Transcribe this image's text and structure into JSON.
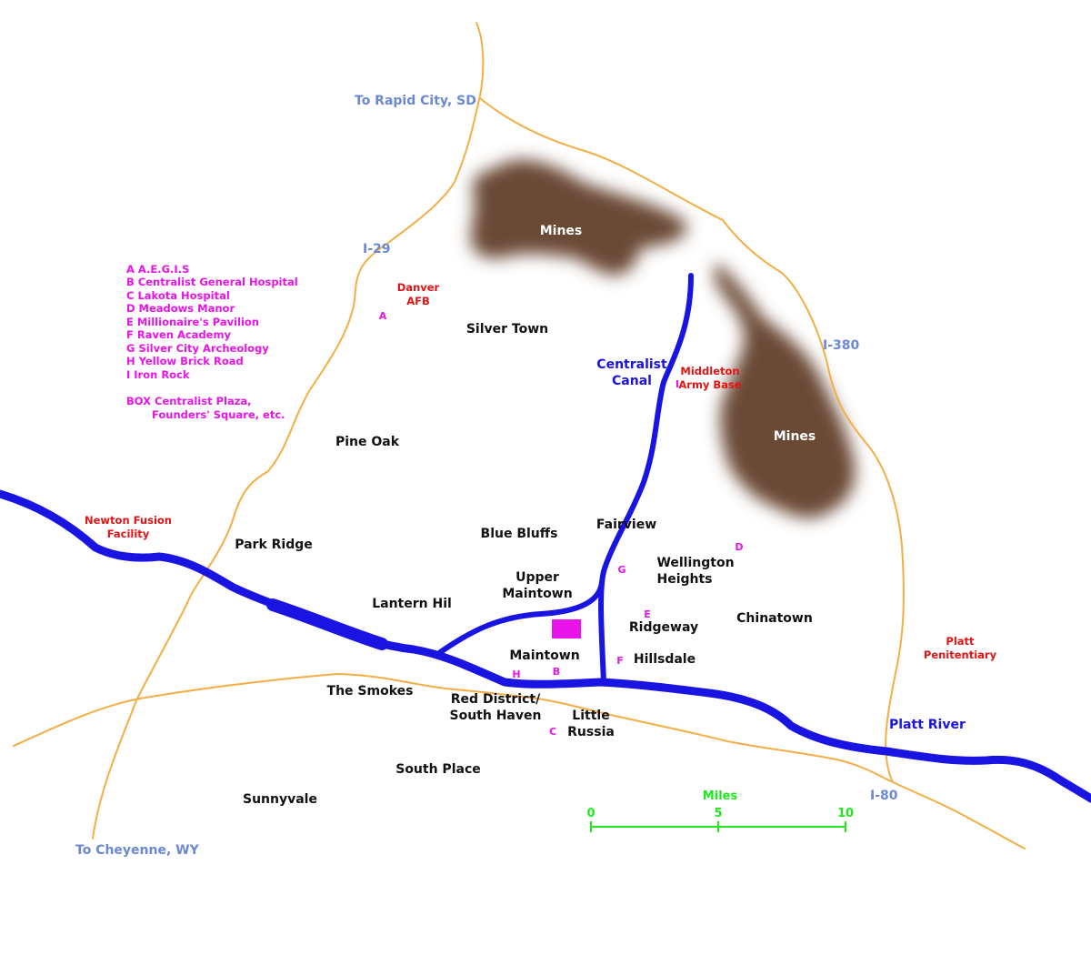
{
  "colors": {
    "road": "#f5ad45",
    "river": "#1a14e3",
    "highway_label": "#6b88d8",
    "town_label": "#111111",
    "facility_label": "#e31313",
    "poi_marker": "#e813e8",
    "mines_fill": "#6b4a36",
    "scale": "#1fe81f"
  },
  "highways": {
    "rapid_city": "To Rapid City, SD",
    "cheyenne": "To Cheyenne, WY",
    "i29": "I-29",
    "i380": "I-380",
    "i80": "I-80"
  },
  "water": {
    "canal_line1": "Centralist",
    "canal_line2": "Canal",
    "river": "Platt River"
  },
  "mines": {
    "north": "Mines",
    "east": "Mines"
  },
  "facilities": {
    "danver_line1": "Danver",
    "danver_line2": "AFB",
    "middleton_line1": "Middleton",
    "middleton_line2": "Army Base",
    "newton_line1": "Newton Fusion",
    "newton_line2": "Facility",
    "platt_line1": "Platt",
    "platt_line2": "Penitentiary"
  },
  "towns": {
    "silver_town": "Silver Town",
    "pine_oak": "Pine Oak",
    "park_ridge": "Park Ridge",
    "blue_bluffs": "Blue Bluffs",
    "fairview": "Fairview",
    "wellington_line1": "Wellington",
    "wellington_line2": "Heights",
    "upper_maintown_line1": "Upper",
    "upper_maintown_line2": "Maintown",
    "lantern_hill": "Lantern Hil",
    "chinatown": "Chinatown",
    "ridgeway": "Ridgeway",
    "maintown": "Maintown",
    "hillsdale": "Hillsdale",
    "the_smokes": "The Smokes",
    "red_district_line1": "Red District/",
    "red_district_line2": "South Haven",
    "little_russia_line1": "Little",
    "little_russia_line2": "Russia",
    "south_place": "South Place",
    "sunnyvale": "Sunnyvale"
  },
  "markers": {
    "a": "A",
    "b": "B",
    "c": "C",
    "d": "D",
    "e": "E",
    "f": "F",
    "g": "G",
    "h": "H",
    "i": "I"
  },
  "legend": {
    "a": "A  A.E.G.I.S",
    "b": "B  Centralist General Hospital",
    "c": "C  Lakota Hospital",
    "d": "D Meadows Manor",
    "e": "E  Millionaire's Pavilion",
    "f": "F  Raven Academy",
    "g": "G  Silver City Archeology",
    "h": "H  Yellow Brick Road",
    "i": "I   Iron Rock",
    "box_line1": "BOX Centralist Plaza,",
    "box_line2": "Founders' Square, etc."
  },
  "scale": {
    "title": "Miles",
    "tick0": "0",
    "tick5": "5",
    "tick10": "10"
  }
}
